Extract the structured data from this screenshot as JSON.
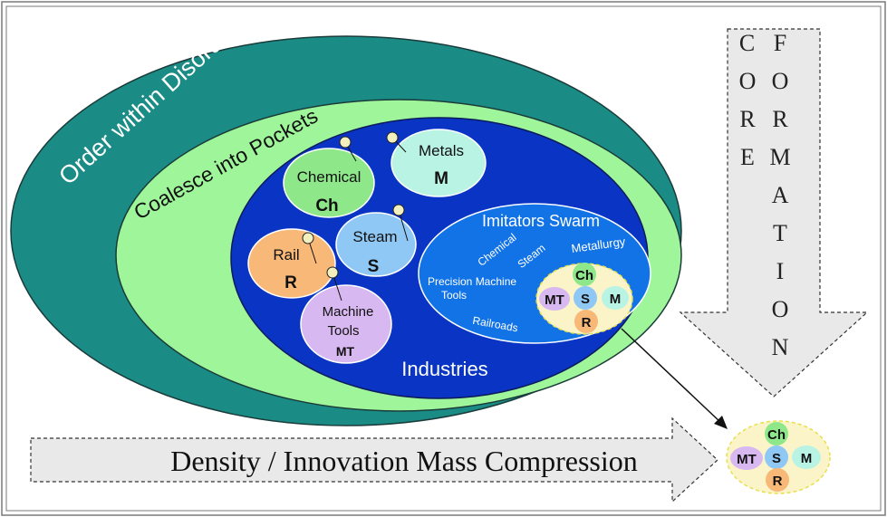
{
  "rings": {
    "outer": "Order within Disorder",
    "middle": "Coalesce into Pockets",
    "inner": "Industries"
  },
  "industries": {
    "chemical": {
      "name": "Chemical",
      "code": "Ch"
    },
    "metals": {
      "name": "Metals",
      "code": "M"
    },
    "steam": {
      "name": "Steam",
      "code": "S"
    },
    "rail": {
      "name": "Rail",
      "code": "R"
    },
    "machine_tools": {
      "name_line1": "Machine",
      "name_line2": "Tools",
      "code": "MT"
    }
  },
  "swarm": {
    "title": "Imitators Swarm",
    "chemical": "Chemical",
    "steam": "Steam",
    "metallurgy": "Metallurgy",
    "precision_line1": "Precision Machine",
    "precision_line2": "Tools",
    "railroads": "Railroads"
  },
  "core": {
    "ch": "Ch",
    "mt": "MT",
    "s": "S",
    "m": "M",
    "r": "R"
  },
  "arrows": {
    "horizontal": "Density / Innovation Mass Compression",
    "vertical_col1": [
      "C",
      "O",
      "R",
      "E"
    ],
    "vertical_col2": [
      "F",
      "O",
      "R",
      "M",
      "A",
      "T",
      "I",
      "O",
      "N"
    ]
  },
  "colors": {
    "outer_ring": "#1a8c85",
    "middle_ring": "#9ef59a",
    "inner_ring": "#0a35c4",
    "swarm": "#1273e6",
    "chemical": "#8ee88a",
    "metals": "#b8f3e3",
    "steam": "#8fc8f5",
    "rail": "#f8b878",
    "machine_tools": "#d8b8f0",
    "arrow_fill": "#e9e9e9"
  }
}
